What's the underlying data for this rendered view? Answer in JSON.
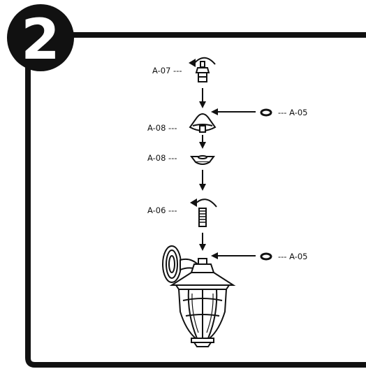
{
  "step": {
    "number": "2"
  },
  "colors": {
    "ink": "#111111",
    "paper": "#ffffff"
  },
  "labels": {
    "top_cap": "A-07 ---",
    "washer_upper": "--- A-05",
    "upper_fitting": "A-08 ---",
    "lower_fitting": "A-08 ---",
    "threaded_rod": "A-06 ---",
    "washer_lower": "--- A-05"
  },
  "icons": [
    "rotate-arrow-icon",
    "down-arrow-icon",
    "left-arrow-icon",
    "o-ring-icon"
  ]
}
